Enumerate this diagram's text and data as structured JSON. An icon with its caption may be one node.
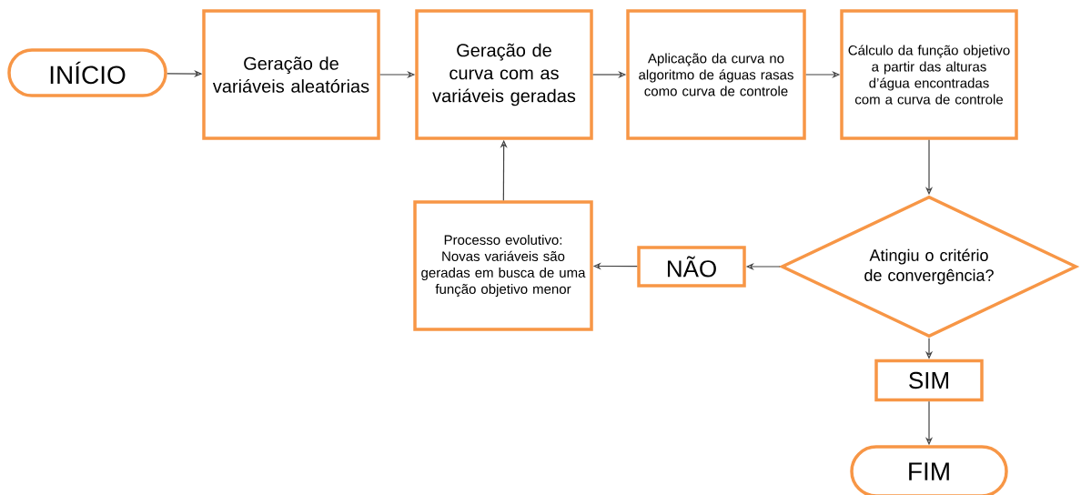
{
  "diagram": {
    "nodes": [
      {
        "text": [
          "INÍCIO"
        ]
      },
      {
        "text": [
          "Geração de variáveis aleatórias"
        ]
      },
      {
        "text": [
          "Geração de curva com as variáveis geradas"
        ]
      },
      {
        "text": [
          "Aplicação da curva no algoritmo de águas rasas como curva de controle"
        ]
      },
      {
        "text": [
          "Cálculo da função objetivo a partir das alturas d’água encontradas com a curva de controle"
        ]
      },
      {
        "text": [
          "Atingiu o critério de convergência?"
        ]
      },
      {
        "text": [
          "NÃO"
        ]
      },
      {
        "text": [
          "Processo evolutivo: Novas variáveis são geradas em busca de uma função objetivo menor"
        ]
      },
      {
        "text": [
          "SIM"
        ]
      },
      {
        "text": [
          "FIM"
        ]
      }
    ],
    "edges": [
      {
        "from": 0,
        "to": 1,
        "arrow": "to"
      },
      {
        "from": 1,
        "to": 2,
        "arrow": "to"
      },
      {
        "from": 2,
        "to": 3,
        "arrow": "to"
      },
      {
        "from": 3,
        "to": 4,
        "arrow": "to"
      },
      {
        "from": 4,
        "to": 5,
        "arrow": "to"
      },
      {
        "from": 5,
        "to": 6,
        "arrow": "to"
      },
      {
        "from": 6,
        "to": 7,
        "arrow": "to"
      },
      {
        "from": 7,
        "to": 2,
        "arrow": "to"
      },
      {
        "from": 5,
        "to": 8,
        "arrow": "to"
      },
      {
        "from": 8,
        "to": 9,
        "arrow": "to"
      }
    ]
  }
}
